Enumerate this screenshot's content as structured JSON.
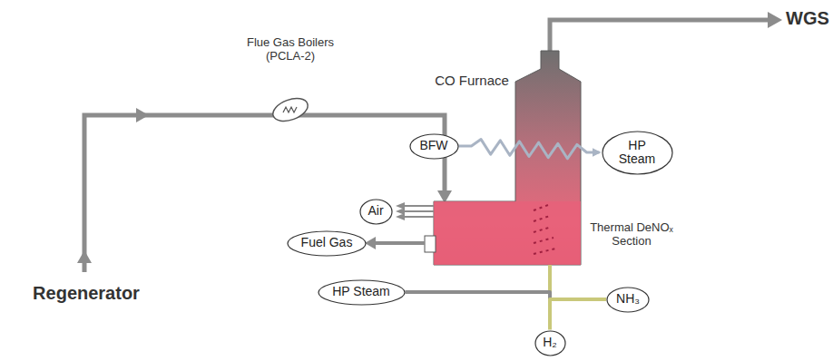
{
  "diagram": {
    "nodes": [
      {
        "text": [
          "BFW"
        ]
      },
      {
        "text": [
          "HP Steam"
        ]
      },
      {
        "text": [
          "Air"
        ]
      },
      {
        "text": [
          "Fuel Gas"
        ]
      },
      {
        "text": [
          "HP Steam"
        ]
      },
      {
        "text": [
          "NH₃"
        ]
      },
      {
        "text": [
          "H₂"
        ]
      }
    ],
    "edges": [
      {
        "from": 0,
        "to": 1,
        "arrow": "to"
      },
      {
        "from": 4,
        "to": 5,
        "arrow": "none"
      },
      {
        "from": 6,
        "to": 5,
        "arrow": "none"
      }
    ],
    "labels": [
      "Flue Gas Boilers (PCLA-2)",
      "CO Furnace",
      "WGS",
      "Regenerator",
      "Thermal DeNOₓ Section"
    ]
  }
}
